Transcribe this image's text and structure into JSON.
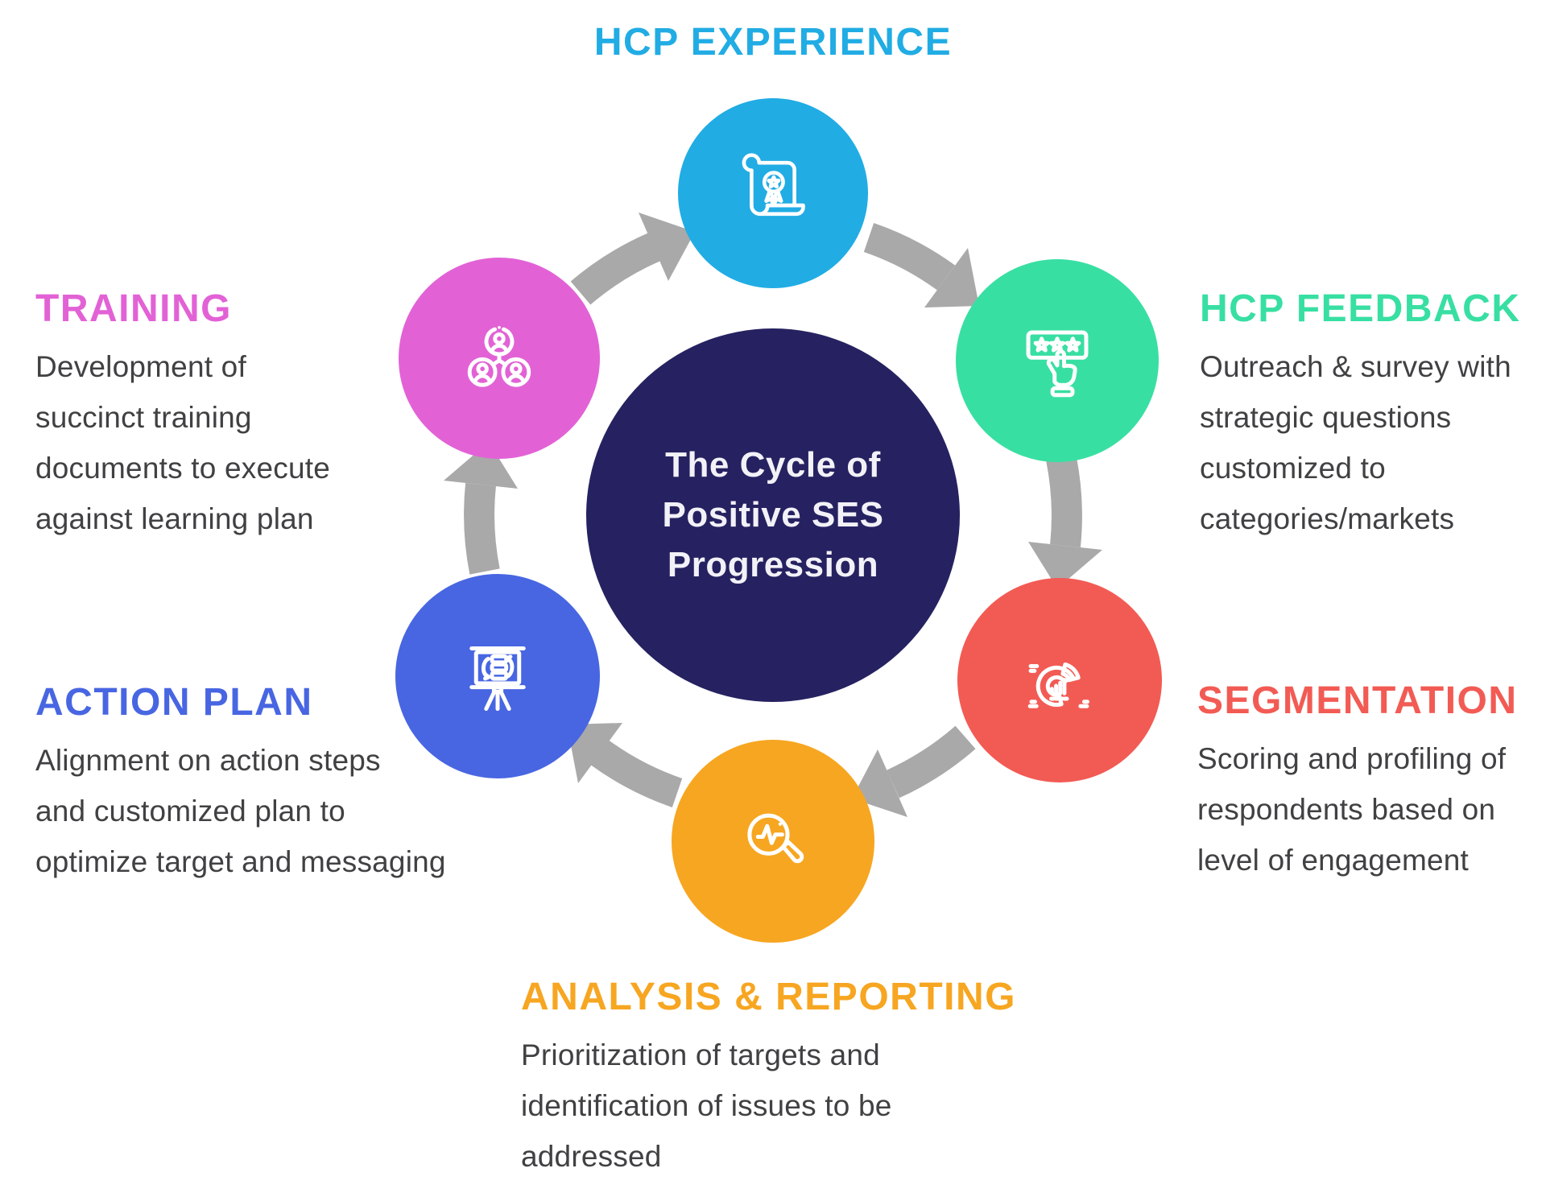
{
  "diagram": {
    "center": {
      "title": "The Cycle of\nPositive SES\nProgression",
      "color": "#262261",
      "text_color": "#FFFFFF"
    },
    "nodes": {
      "experience": {
        "title": "HCP EXPERIENCE",
        "description": "",
        "color": "#21ACE4",
        "icon": "certificate-scroll-icon"
      },
      "feedback": {
        "title": "HCP FEEDBACK",
        "description": "Outreach & survey with\nstrategic questions\ncustomized to\ncategories/markets",
        "color": "#38DFA2",
        "icon": "star-rating-tap-icon"
      },
      "segmentation": {
        "title": "SEGMENTATION",
        "description": "Scoring and profiling of\nrespondents based on\nlevel of engagement",
        "color": "#F25B54",
        "icon": "segmented-pie-chart-icon"
      },
      "analysis": {
        "title": "ANALYSIS & REPORTING",
        "description": "Prioritization of targets and\nidentification of issues to be\naddressed",
        "color": "#F7A621",
        "icon": "magnifier-pulse-icon"
      },
      "action_plan": {
        "title": "ACTION PLAN",
        "description": "Alignment on action steps\nand customized plan to\noptimize target and messaging",
        "color": "#4866E2",
        "icon": "presentation-board-icon"
      },
      "training": {
        "title": "TRAINING",
        "description": "Development of\nsuccinct training\ndocuments to execute\nagainst learning plan",
        "color": "#E262D6",
        "icon": "team-network-icon"
      }
    },
    "arrow_color": "#A9A9A9",
    "body_text_color": "#414042",
    "cycle_direction": "clockwise"
  }
}
